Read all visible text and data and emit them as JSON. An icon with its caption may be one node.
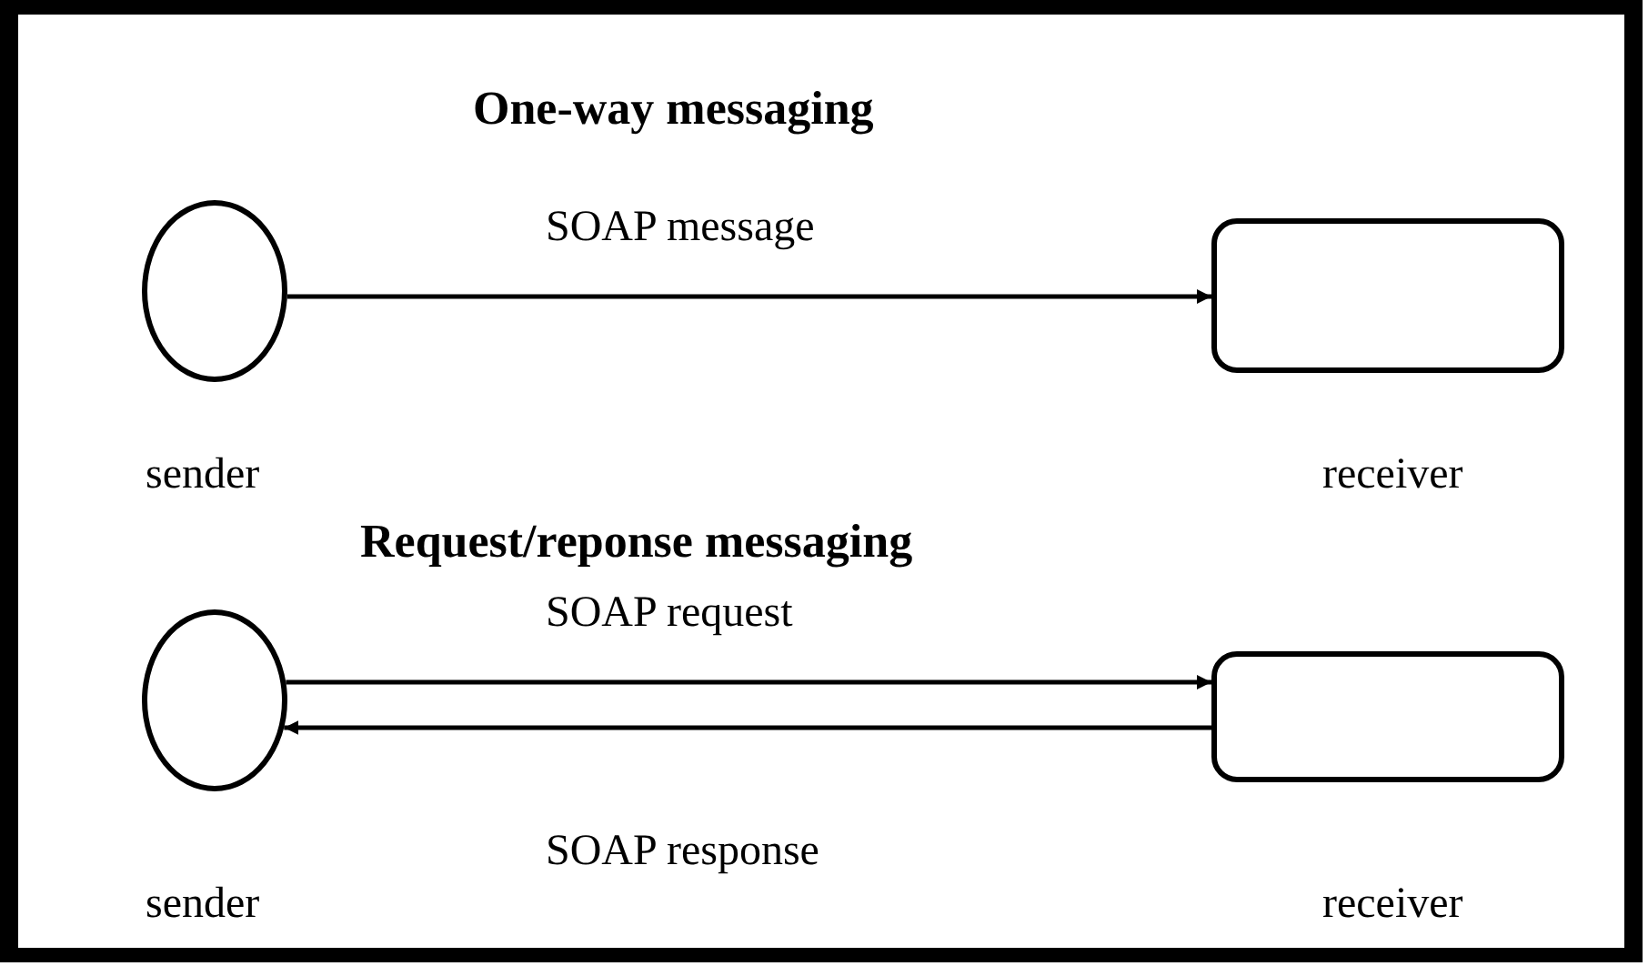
{
  "diagram": {
    "nodes": [
      {
        "text": [],
        "shape": "ellipse",
        "beside": [
          "sender"
        ]
      },
      {
        "text": [],
        "shape": "box",
        "beside": [
          "receiver"
        ]
      },
      {
        "text": [],
        "shape": "ellipse",
        "beside": [
          "sender"
        ]
      },
      {
        "text": [],
        "shape": "box",
        "beside": [
          "receiver"
        ]
      }
    ],
    "edges": [
      {
        "from": 0,
        "to": 1,
        "arrow": "to",
        "label": "SOAP message"
      },
      {
        "from": 2,
        "to": 3,
        "arrow": "to",
        "label": "SOAP request"
      },
      {
        "from": 3,
        "to": 2,
        "arrow": "to",
        "label": "SOAP response"
      }
    ],
    "labels": [
      "One-way messaging",
      "Request/reponse messaging"
    ]
  }
}
